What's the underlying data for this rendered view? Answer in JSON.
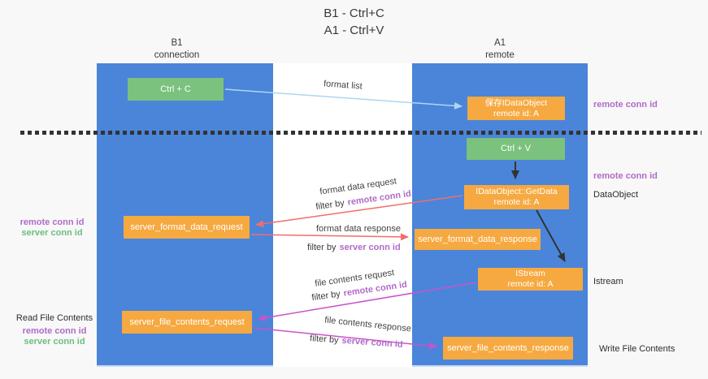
{
  "title": {
    "line1": "B1 - Ctrl+C",
    "line2": "A1 - Ctrl+V"
  },
  "columns": {
    "b1": {
      "name": "B1",
      "sub": "connection"
    },
    "a1": {
      "name": "A1",
      "sub": "remote"
    }
  },
  "nodes": {
    "ctrl_c": "Ctrl + C",
    "ctrl_v": "Ctrl + V",
    "save_idataobject": {
      "line1": "保存IDataObject",
      "line2": "remote id: A"
    },
    "getdata": {
      "line1": "IDataObject::GetData",
      "line2": "remote id: A"
    },
    "istream": {
      "line1": "IStream",
      "line2": "remote id: A"
    },
    "server_format_data_request": "server_format_data_request",
    "server_format_data_response": "server_format_data_response",
    "server_file_contents_request": "server_file_contents_request",
    "server_file_contents_response": "server_file_contents_response"
  },
  "arrow_labels": {
    "format_list": "format list",
    "format_data_request": "format data request",
    "format_data_response": "format data response",
    "file_contents_request": "file contents request",
    "file_contents_response": "file contents response",
    "filter_by": "filter by",
    "remote_conn_id": "remote conn id",
    "server_conn_id": "server conn id"
  },
  "side_labels": {
    "right_remote_1": "remote conn id",
    "right_remote_2": "remote conn id",
    "dataobject": "DataObject",
    "istream": "Istream",
    "write_file_contents": "Write File Contents",
    "left_format_remote": "remote conn id",
    "left_format_server": "server conn id",
    "read_file_contents": "Read File Contents",
    "left_file_remote": "remote conn id",
    "left_file_server": "server conn id"
  },
  "colors": {
    "column_blue": "#4a85d9",
    "box_green": "#7ac27d",
    "box_orange": "#f6a940",
    "arrow_red": "#f06e6e",
    "arrow_magenta": "#c954c9",
    "arrow_blue": "#aed6f1",
    "arrow_black": "#333333",
    "text_purple": "#b06bc8",
    "text_green": "#6dbe7e",
    "text_dark": "#3a3a3a"
  }
}
